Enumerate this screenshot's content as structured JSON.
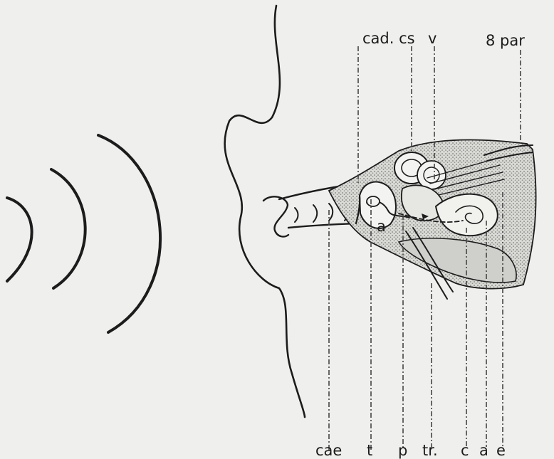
{
  "labels": {
    "top": {
      "cad_cs": "cad. cs",
      "v": "v",
      "par": "8 par"
    },
    "bottom": {
      "cae": "cae",
      "t": "t",
      "p": "p",
      "tr": "tr.",
      "c": "c",
      "a": "a",
      "e": "e"
    },
    "inner": {
      "a_small": "a"
    }
  },
  "colors": {
    "ink": "#1c1c1c",
    "paper": "#efefed",
    "shade": "#9a9a98"
  }
}
